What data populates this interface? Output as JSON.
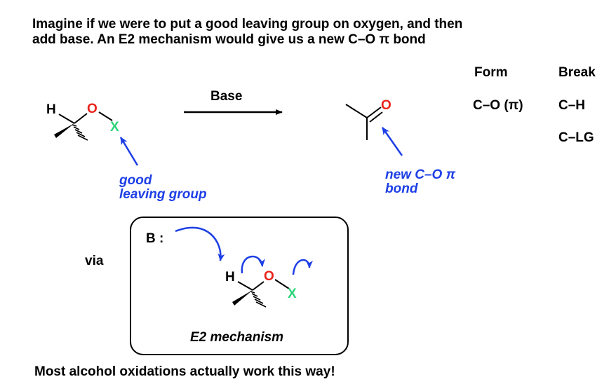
{
  "heading": {
    "line1": "Imagine if we were to put a good leaving group on oxygen, and then",
    "line2": "add base. An E2 mechanism would give us a new C–O π bond"
  },
  "table": {
    "form_header": "Form",
    "break_header": "Break",
    "form_items": [
      "C–O (π)"
    ],
    "break_items": [
      "C–H",
      "C–LG"
    ]
  },
  "reaction": {
    "reagent": "Base",
    "start_atoms": {
      "h": "H",
      "o": "O",
      "x": "X"
    },
    "product_atoms": {
      "o": "O"
    }
  },
  "notes": {
    "leaving_group_line1": "good",
    "leaving_group_line2": "leaving group",
    "new_bond_line1": "new C–O π",
    "new_bond_line2": "bond"
  },
  "mechanism": {
    "via": "via",
    "base": "B :",
    "atoms": {
      "h": "H",
      "o": "O",
      "x": "X"
    },
    "caption": "E2 mechanism"
  },
  "footer": "Most alcohol oxidations actually work this way!",
  "colors": {
    "oxygen": "#e8231a",
    "leaving_group": "#2bd47a",
    "annotation": "#1d3fe6"
  }
}
